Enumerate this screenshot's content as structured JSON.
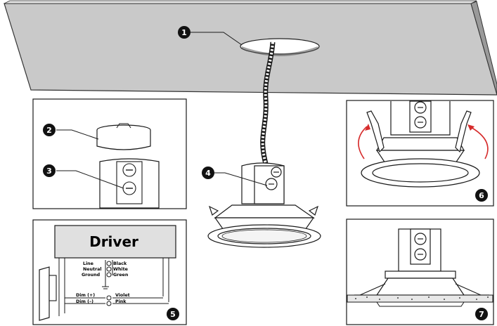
{
  "steps": [
    "1",
    "2",
    "3",
    "4",
    "5",
    "6",
    "7"
  ],
  "driver_label": "Driver",
  "wiring": {
    "left_labels": [
      "Line",
      "Neutral",
      "Ground",
      "Dim (+)",
      "Dim (–)"
    ],
    "right_labels": [
      "Black",
      "White",
      "Green",
      "Violet",
      "Pink"
    ]
  },
  "colors": {
    "ceiling": "#c9c9c9",
    "ceiling_edge": "#555555",
    "line": "#1a1a1a",
    "badge": "#111111",
    "arrow": "#d62b2b"
  }
}
